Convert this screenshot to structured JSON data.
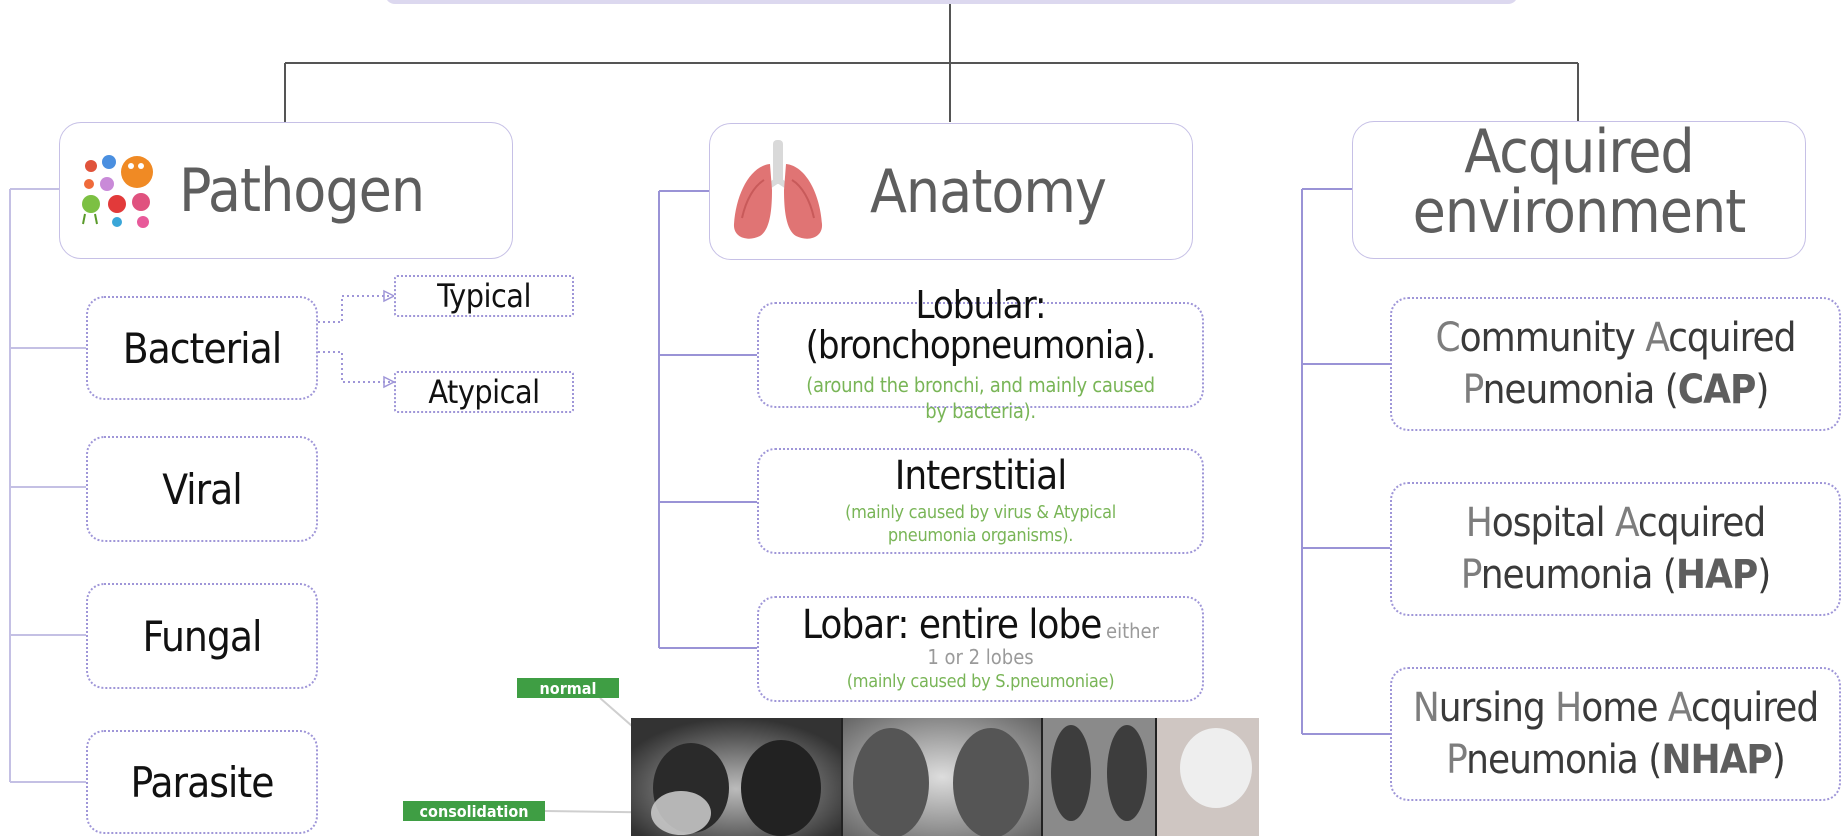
{
  "headers": {
    "pathogen": "Pathogen",
    "anatomy": "Anatomy",
    "environment_line1": "Acquired",
    "environment_line2": "environment"
  },
  "pathogen": {
    "bacterial": "Bacterial",
    "typical": "Typical",
    "atypical": "Atypical",
    "viral": "Viral",
    "fungal": "Fungal",
    "parasite": "Parasite"
  },
  "anatomy": {
    "lobular_title": "Lobular: (bronchopneumonia).",
    "lobular_note": "(around the bronchi, and mainly caused by bacteria).",
    "interstitial_title": "Interstitial",
    "interstitial_note": "(mainly caused by virus & Atypical pneumonia organisms).",
    "lobar_title": "Lobar: entire lobe",
    "lobar_suffix": "either 1 or 2 lobes",
    "lobar_note": "(mainly caused by S.pneumoniae)"
  },
  "environment": {
    "cap": {
      "w1a": "C",
      "w1b": "ommunity ",
      "w2a": "A",
      "w2b": "cquired",
      "w3a": "P",
      "w3b": "neumonia (",
      "abbr": "CAP",
      "close": ")"
    },
    "hap": {
      "w1a": "H",
      "w1b": "ospital ",
      "w2a": "A",
      "w2b": "cquired",
      "w3a": "P",
      "w3b": "neumonia (",
      "abbr": "HAP",
      "close": ")"
    },
    "nhap": {
      "w1a": "N",
      "w1b": "ursing ",
      "w2a": "H",
      "w2b": "ome ",
      "w3a": "A",
      "w3b": "cquired",
      "w4a": "P",
      "w4b": "neumonia (",
      "abbr": "NHAP",
      "close": ")"
    }
  },
  "xray_labels": {
    "normal": "normal",
    "consolidation": "consolidation"
  },
  "colors": {
    "connector": "#555555",
    "bracket": "#9a93d6",
    "note_green": "#79b557",
    "tag_green": "#3f9e44"
  },
  "icons": [
    "microbes-icon",
    "lungs-icon"
  ]
}
